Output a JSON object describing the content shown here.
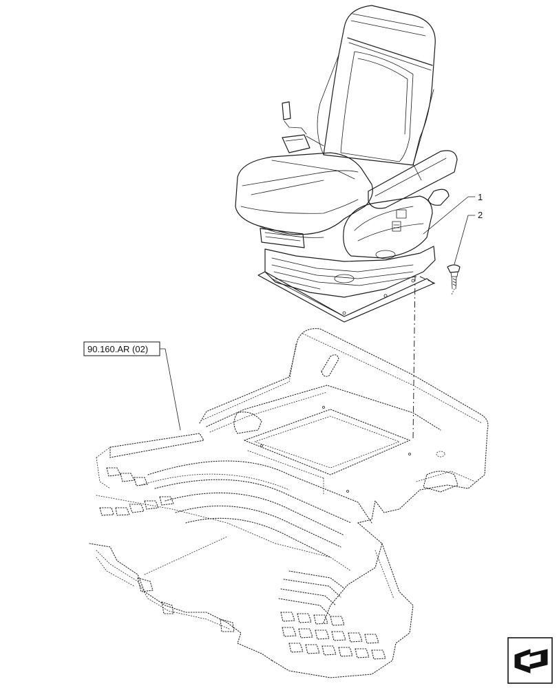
{
  "callouts": [
    {
      "label": "1"
    },
    {
      "label": "2"
    }
  ],
  "reference": {
    "label": "90.160.AR (02)"
  },
  "icons": {
    "seat": "operator-seat-assembly",
    "bolt": "bolt-screw",
    "floor": "cab-floor-mat",
    "nav": "navigation-arrow-icon"
  }
}
